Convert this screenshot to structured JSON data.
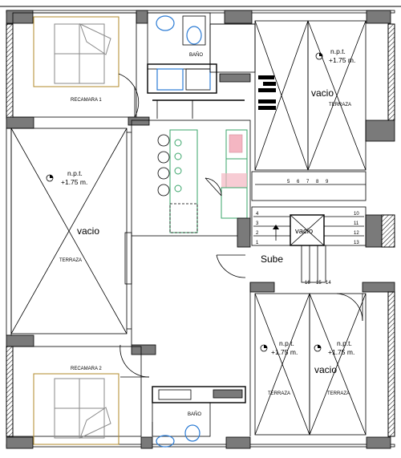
{
  "labels": {
    "bedroom_1": "RECAMARA 1",
    "bedroom_2": "RECAMARA 2",
    "bath_top": "BAÑO",
    "bath_bottom": "BAÑO",
    "void_left": "vacio",
    "void_top_right": "vacio",
    "void_bottom_right": "vacio",
    "void_stair": "vacio",
    "terrace_left": "TERRAZA",
    "terrace_top_right": "TERRAZA",
    "terrace_bottom_a": "TERRAZA",
    "terrace_bottom_b": "TERRAZA",
    "stairs_up": "Sube"
  },
  "levels": {
    "npt_label": "n.p.t.",
    "npt_value": "+1.75 m.",
    "left": {
      "label": "n.p.t.",
      "value": "+1.75 m."
    },
    "top_right": {
      "label": "n.p.t.",
      "value": "+1.75 m."
    },
    "bottom_a": {
      "label": "n.p.t.",
      "value": "+1.75 m."
    },
    "bottom_b": {
      "label": "n.p.t.",
      "value": "+1.75 m."
    }
  },
  "stair_steps": {
    "top_row": [
      "5",
      "6",
      "7",
      "8",
      "9"
    ],
    "left_col": [
      "4",
      "3",
      "2",
      "1"
    ],
    "right_col": [
      "10",
      "11",
      "12",
      "13"
    ],
    "bottom_row": [
      "16",
      "15",
      "14"
    ]
  },
  "colors": {
    "wall_fill": "#7a7a7a",
    "furniture_bed": "#b08a2a",
    "appliance_green": "#3aa56a",
    "fixture_blue": "#2b7bd4",
    "kitchen_pink": "#f4b6c2"
  }
}
